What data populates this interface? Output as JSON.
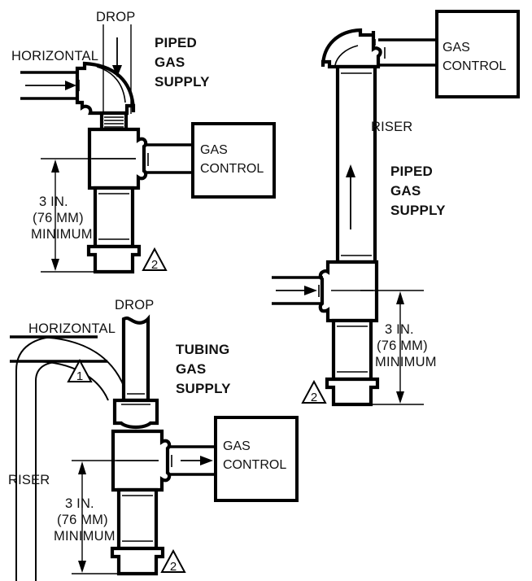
{
  "figure": {
    "title": "Gas supply sediment trap installation details",
    "line_color": "#000000",
    "background_color": "#ffffff"
  },
  "panels": [
    {
      "id": "piped-horizontal",
      "heading_lines": [
        "PIPED",
        "GAS",
        "SUPPLY"
      ],
      "labels": {
        "horizontal": "HORIZONTAL",
        "drop": "DROP",
        "gas_control": [
          "GAS",
          "CONTROL"
        ]
      },
      "dimension": {
        "value": "3 IN.",
        "metric": "(76 MM)",
        "qualifier": "MINIMUM"
      },
      "note_marker": "2"
    },
    {
      "id": "piped-riser",
      "heading_lines": [
        "PIPED",
        "GAS",
        "SUPPLY"
      ],
      "labels": {
        "riser": "RISER",
        "gas_control": [
          "GAS",
          "CONTROL"
        ]
      },
      "dimension": {
        "value": "3 IN.",
        "metric": "(76 MM)",
        "qualifier": "MINIMUM"
      },
      "note_marker": "2"
    },
    {
      "id": "tubing-supply",
      "heading_lines": [
        "TUBING",
        "GAS",
        "SUPPLY"
      ],
      "labels": {
        "horizontal": "HORIZONTAL",
        "drop": "DROP",
        "riser": "RISER",
        "gas_control": [
          "GAS",
          "CONTROL"
        ]
      },
      "dimension": {
        "value": "3 IN.",
        "metric": "(76 MM)",
        "qualifier": "MINIMUM"
      },
      "note_markers": [
        "1",
        "2"
      ]
    }
  ],
  "text_tokens": {
    "piped": "PIPED",
    "tubing": "TUBING",
    "gas": "GAS",
    "supply": "SUPPLY",
    "horizontal": "HORIZONTAL",
    "drop": "DROP",
    "riser": "RISER",
    "gas_word": "GAS",
    "control_word": "CONTROL",
    "three_in": "3 IN.",
    "seventy_six_mm": "(76 MM)",
    "minimum": "MINIMUM",
    "note_one": "1",
    "note_two": "2"
  }
}
